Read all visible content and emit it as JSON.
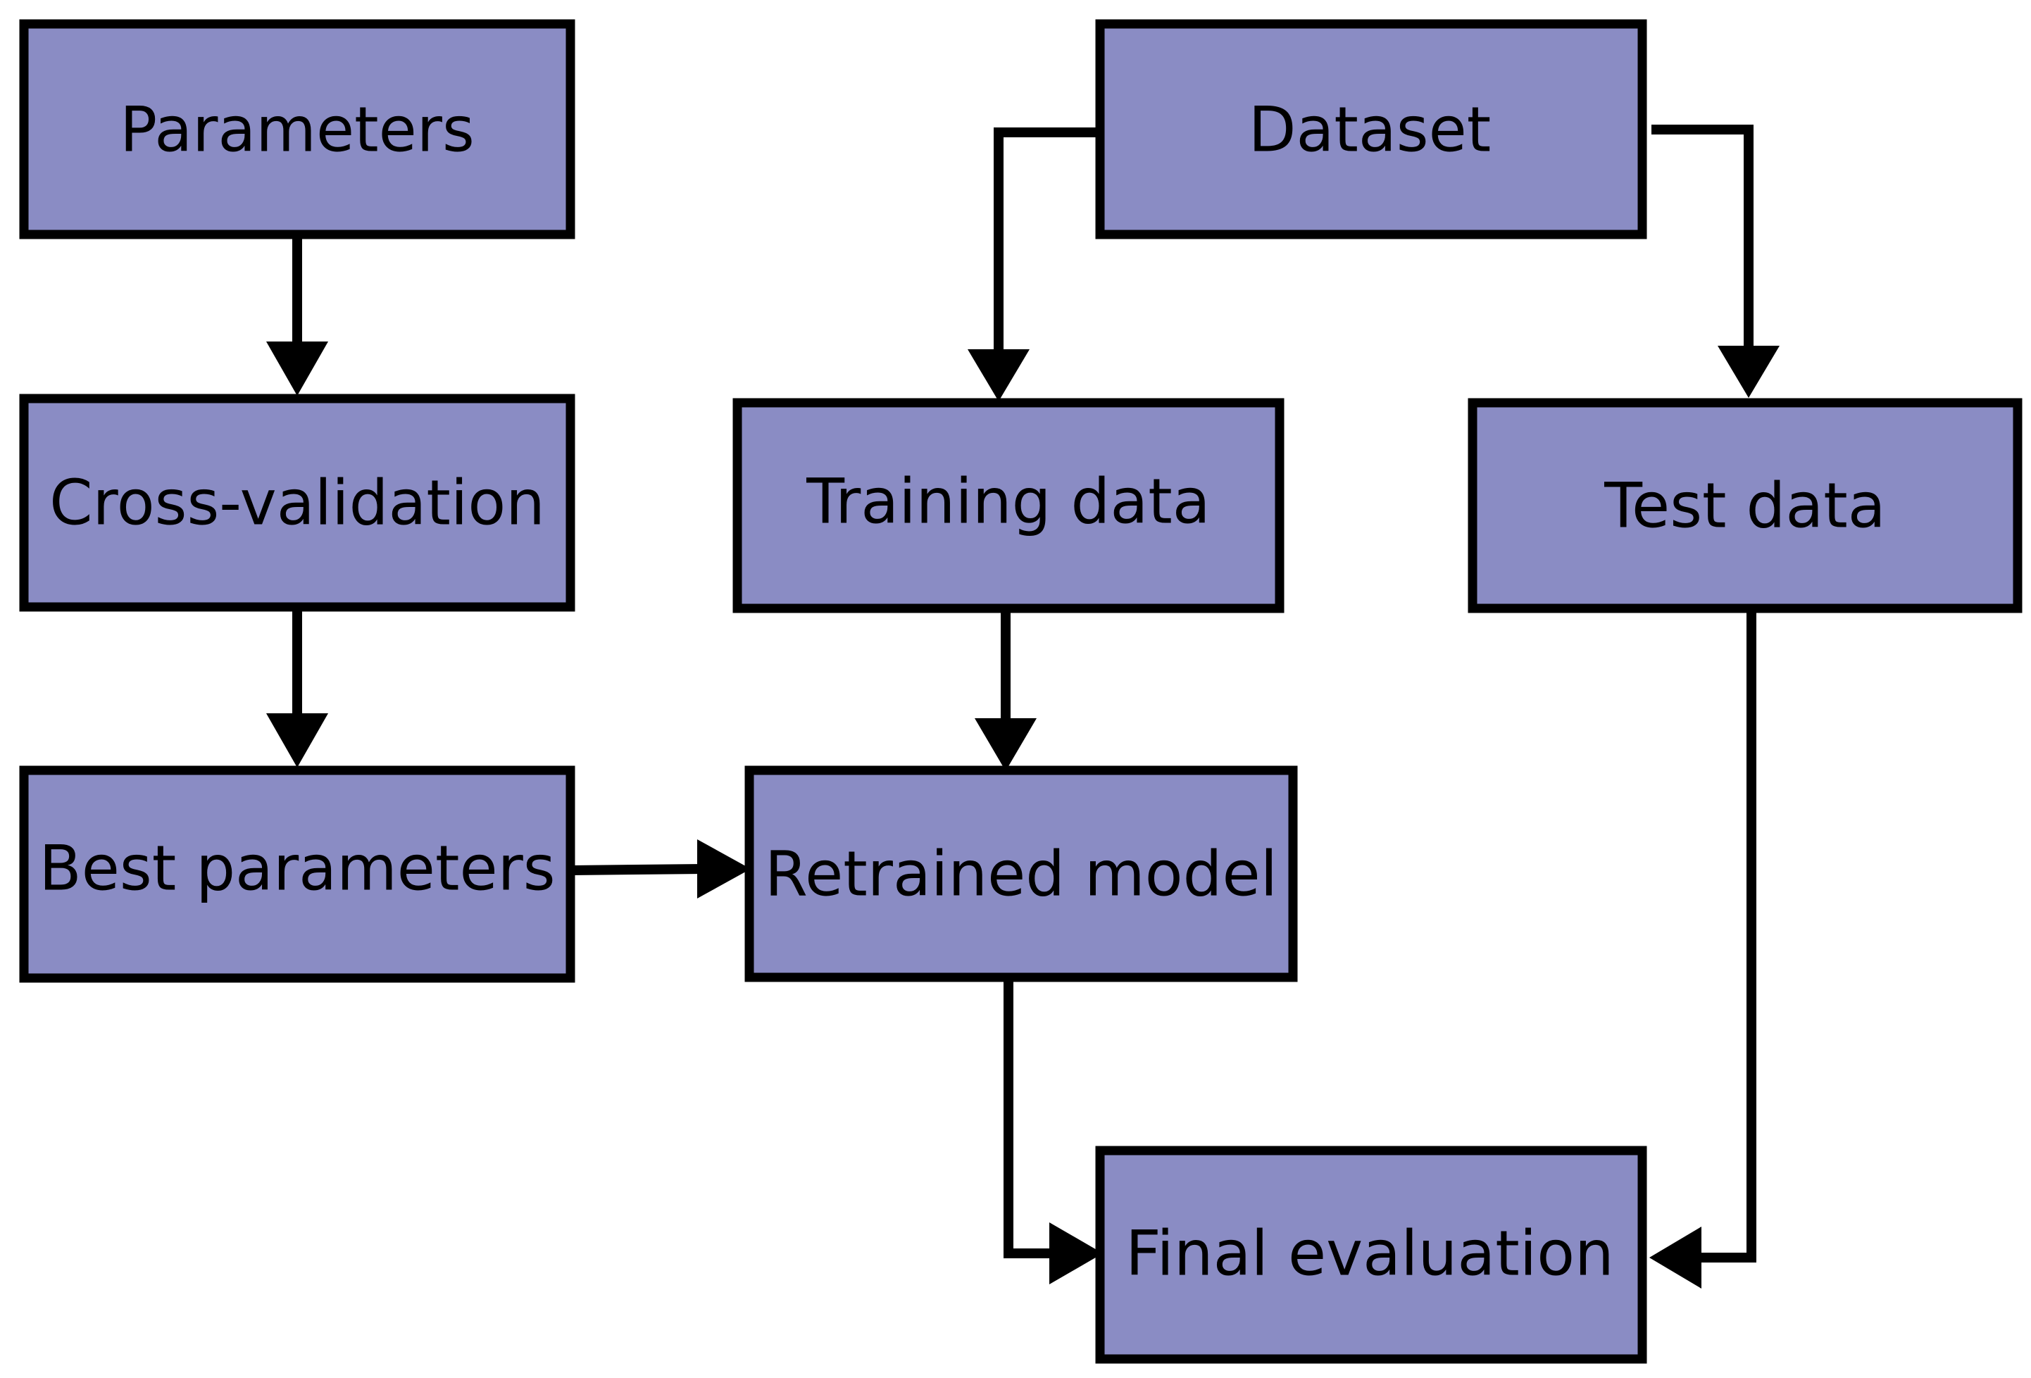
{
  "colors": {
    "node_fill": "#8a8cc4",
    "stroke": "#000000",
    "background": "#ffffff"
  },
  "nodes": {
    "parameters": {
      "label": "Parameters"
    },
    "cross_validation": {
      "label": "Cross-validation"
    },
    "best_parameters": {
      "label": "Best parameters"
    },
    "dataset": {
      "label": "Dataset"
    },
    "training_data": {
      "label": "Training data"
    },
    "test_data": {
      "label": "Test data"
    },
    "retrained_model": {
      "label": "Retrained model"
    },
    "final_evaluation": {
      "label": "Final evaluation"
    }
  }
}
